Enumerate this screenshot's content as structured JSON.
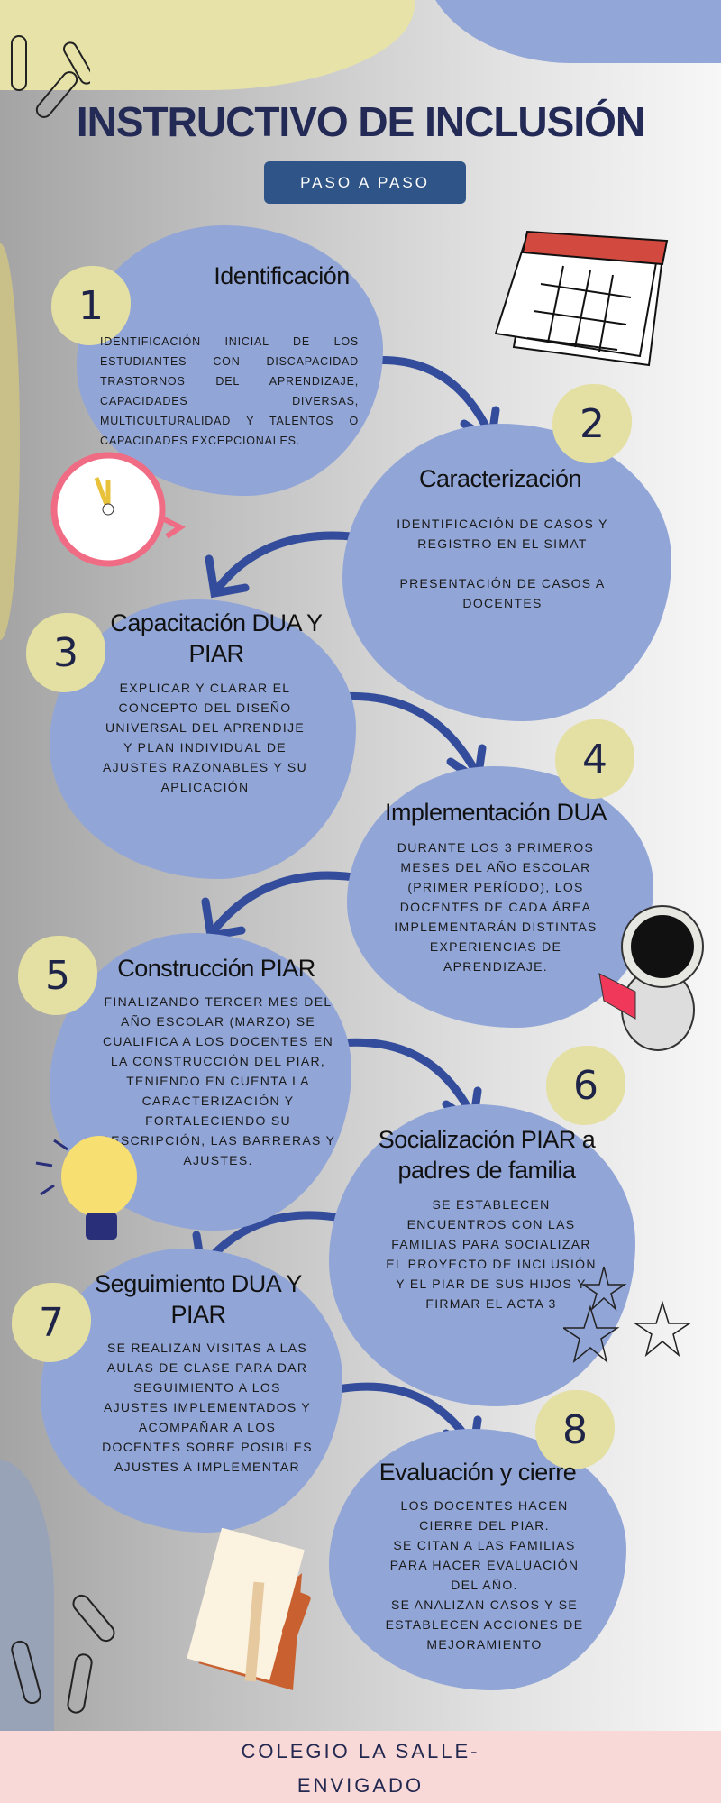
{
  "header": {
    "title": "INSTRUCTIVO DE INCLUSIÓN",
    "subtitle_button": "PASO A PASO"
  },
  "steps": [
    {
      "number": "1",
      "title": [
        "Identificación"
      ],
      "body": [
        "IDENTIFICACIÓN INICIAL DE LOS",
        "ESTUDIANTES CON DISCAPACIDAD",
        "TRASTORNOS DEL APRENDIZAJE,",
        "CAPACIDADES DIVERSAS,",
        "MULTICULTURALIDAD Y TALENTOS O",
        "CAPACIDADES EXCEPCIONALES."
      ]
    },
    {
      "number": "2",
      "title": [
        "Caracterización"
      ],
      "body": [
        "IDENTIFICACIÓN DE CASOS Y",
        "REGISTRO EN EL SIMAT",
        "",
        "PRESENTACIÓN DE CASOS A",
        "DOCENTES"
      ]
    },
    {
      "number": "3",
      "title": [
        "Capacitación DUA Y",
        "PIAR"
      ],
      "body": [
        "EXPLICAR Y CLARAR EL",
        "CONCEPTO DEL DISEÑO",
        "UNIVERSAL DEL APRENDIJE",
        "Y PLAN INDIVIDUAL DE",
        "AJUSTES RAZONABLES Y SU",
        "APLICACIÓN"
      ]
    },
    {
      "number": "4",
      "title": [
        "Implementación DUA"
      ],
      "body": [
        "DURANTE LOS 3 PRIMEROS",
        "MESES DEL AÑO ESCOLAR",
        "(PRIMER PERÍODO), LOS",
        "DOCENTES DE CADA ÁREA",
        "IMPLEMENTARÁN DISTINTAS",
        "EXPERIENCIAS DE",
        "APRENDIZAJE."
      ]
    },
    {
      "number": "5",
      "title": [
        "Construcción PIAR"
      ],
      "body": [
        "FINALIZANDO TERCER MES DEL",
        "AÑO ESCOLAR (MARZO) SE",
        "CUALIFICA A LOS DOCENTES EN",
        "LA CONSTRUCCIÓN DEL PIAR,",
        "TENIENDO EN CUENTA LA",
        "CARACTERIZACIÓN Y",
        "FORTALECIENDO SU",
        "DESCRIPCIÓN, LAS BARRERAS Y",
        "AJUSTES."
      ]
    },
    {
      "number": "6",
      "title": [
        "Socialización PIAR a",
        "padres de familia"
      ],
      "body": [
        "SE ESTABLECEN",
        "ENCUENTROS CON LAS",
        "FAMILIAS PARA SOCIALIZAR",
        "EL PROYECTO DE INCLUSIÓN",
        "Y EL PIAR DE SUS HIJOS Y",
        "FIRMAR EL ACTA 3"
      ]
    },
    {
      "number": "7",
      "title": [
        "Seguimiento DUA Y",
        "PIAR"
      ],
      "body": [
        "SE REALIZAN VISITAS A LAS",
        "AULAS DE CLASE PARA DAR",
        "SEGUIMIENTO A LOS",
        "AJUSTES IMPLEMENTADOS Y",
        "ACOMPAÑAR A LOS",
        "DOCENTES SOBRE POSIBLES",
        "AJUSTES A IMPLEMENTAR"
      ]
    },
    {
      "number": "8",
      "title": [
        "Evaluación y cierre"
      ],
      "body": [
        "LOS DOCENTES HACEN",
        "CIERRE DEL PIAR.",
        "SE CITAN A LAS FAMILIAS",
        "PARA HACER EVALUACIÓN",
        "DEL AÑO.",
        "SE ANALIZAN CASOS Y SE",
        "ESTABLECEN ACCIONES DE",
        "MEJORAMIENTO"
      ]
    }
  ],
  "footer": {
    "line1": "COLEGIO LA SALLE-",
    "line2": "ENVIGADO"
  },
  "colors": {
    "blob": "#91a5d7",
    "number_badge": "#e4dfa2",
    "arrow": "#334d9c",
    "title": "#232a55",
    "button": "#2f5487",
    "footer_bg": "#f9d9d8"
  }
}
